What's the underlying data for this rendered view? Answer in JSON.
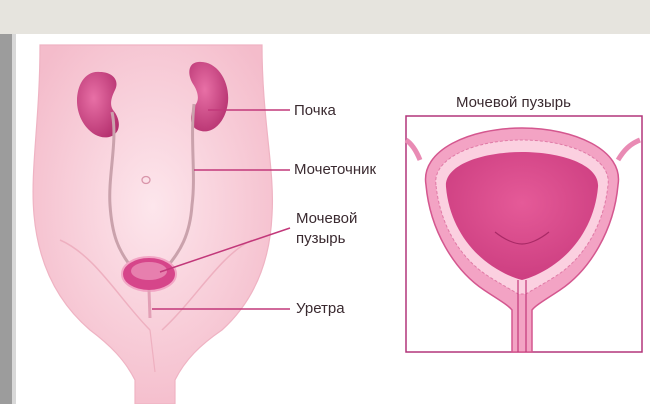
{
  "labels": {
    "kidney": "Почка",
    "ureter": "Мочеточник",
    "bladder_line1": "Мочевой",
    "bladder_line2": "пузырь",
    "urethra": "Уретра",
    "inset_title": "Мочевой пузырь"
  },
  "colors": {
    "skin": "#f9d2dc",
    "skin_edge": "#efb3c3",
    "organ": "#d94a8a",
    "organ_dark": "#b8306e",
    "line": "#c2387a",
    "frame": "#b2357a"
  }
}
